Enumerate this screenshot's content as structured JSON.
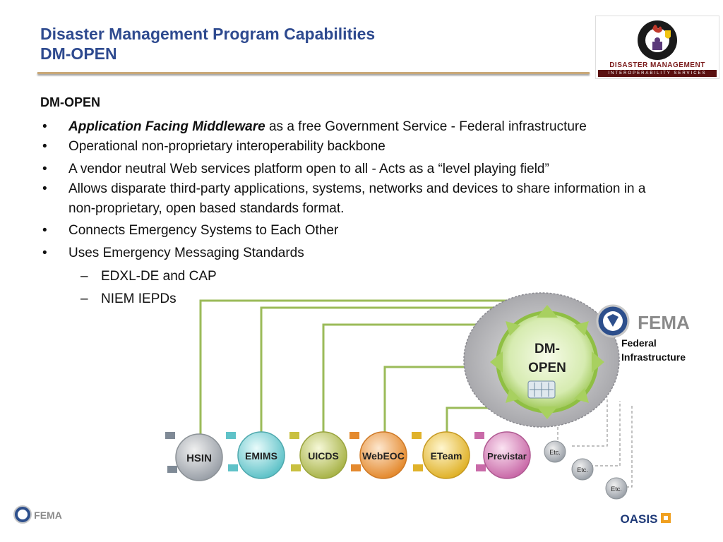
{
  "title": {
    "line1": "Disaster Management Program Capabilities",
    "line2": "DM-OPEN"
  },
  "logo": {
    "line1": "DISASTER MANAGEMENT",
    "line2": "INTEROPERABILITY SERVICES"
  },
  "body": {
    "heading": "DM-OPEN",
    "bullets": [
      {
        "bold": "Application Facing Middleware",
        "text": " as a free Government Service - Federal infrastructure"
      },
      {
        "text": "Operational non-proprietary interoperability backbone"
      },
      {
        "text": "A vendor neutral Web services platform open to all - Acts as a “level playing field”"
      },
      {
        "text": "Allows disparate third-party applications, systems, networks and devices to share information in a non-proprietary, open based standards format."
      },
      {
        "text": "Connects Emergency Systems to Each Other"
      },
      {
        "text": "Uses Emergency Messaging Standards"
      }
    ],
    "sub_bullets": [
      "EDXL-DE and CAP",
      "NIEM IEPDs"
    ],
    "bullet_char": "•",
    "dash_char": "–"
  },
  "diagram": {
    "hub_line1": "DM-",
    "hub_line2": "OPEN",
    "fema_label": "FEMA",
    "federal_line1": "Federal",
    "federal_line2": "Infrastructure",
    "systems": [
      "HSIN",
      "EMIMS",
      "UICDS",
      "WebEOC",
      "ETeam",
      "Previstar"
    ],
    "etc_label": "Etc."
  },
  "footer": {
    "fema": "FEMA",
    "oasis": "OASIS"
  },
  "colors": {
    "title": "#2e4a8f",
    "connector": "#9bbb59",
    "hub": "#a8d060"
  }
}
